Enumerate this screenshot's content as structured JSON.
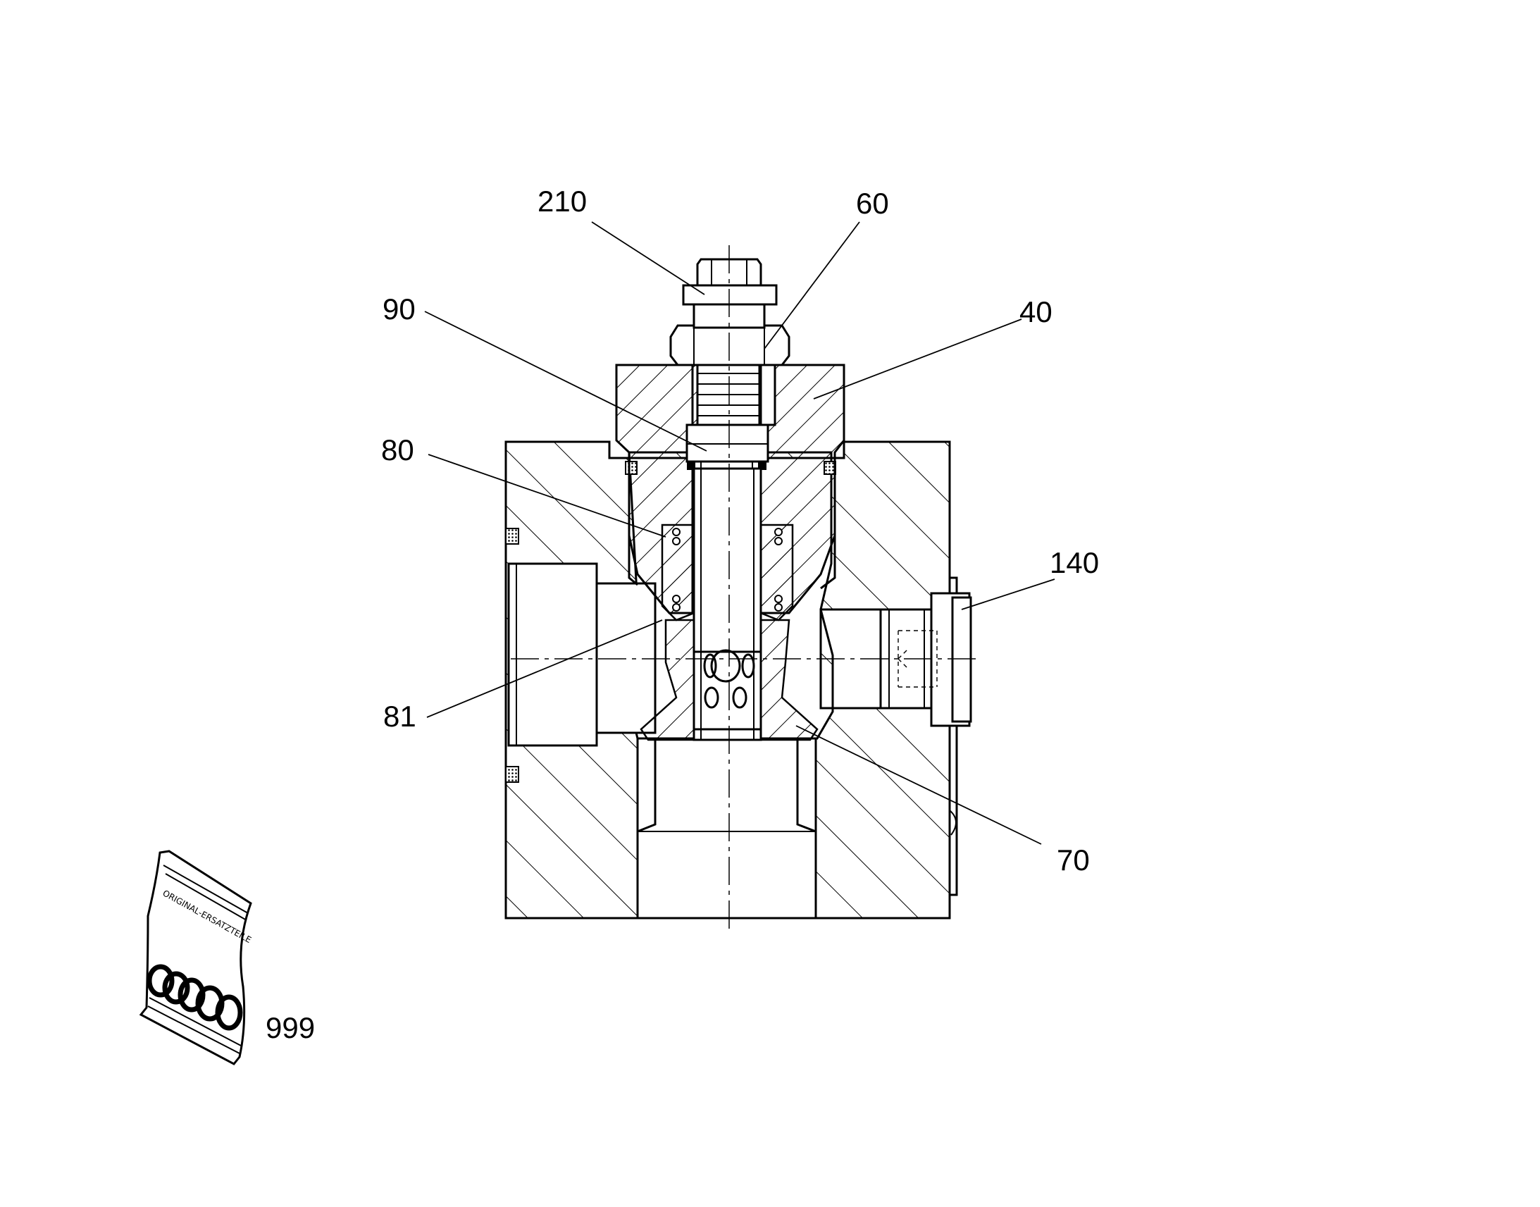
{
  "callouts": [
    {
      "id": "210",
      "text": "210"
    },
    {
      "id": "60",
      "text": "60"
    },
    {
      "id": "90",
      "text": "90"
    },
    {
      "id": "40",
      "text": "40"
    },
    {
      "id": "80",
      "text": "80"
    },
    {
      "id": "140",
      "text": "140"
    },
    {
      "id": "81",
      "text": "81"
    },
    {
      "id": "70",
      "text": "70"
    },
    {
      "id": "999",
      "text": "999"
    }
  ],
  "seal_kit": {
    "bag_text": "ORIGINAL-ERSATZTEILE"
  },
  "colors": {
    "line": "#000000",
    "background": "#ffffff"
  }
}
